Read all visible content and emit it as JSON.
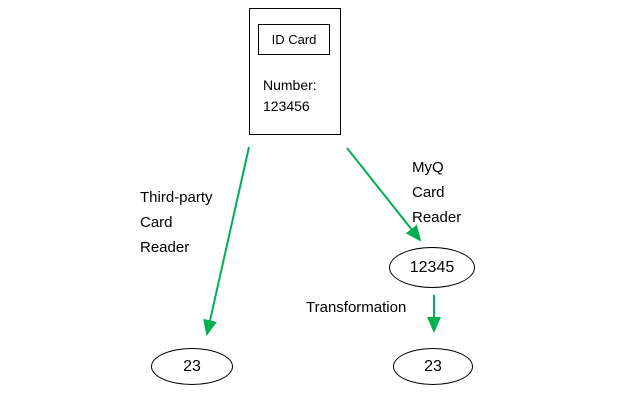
{
  "colors": {
    "arrow": "#00b050",
    "outline": "#000000"
  },
  "card": {
    "title": "ID Card",
    "number_label": "Number:",
    "number_value": "123456"
  },
  "readers": {
    "third_party": {
      "lines": [
        "Third-party",
        "Card",
        "Reader"
      ]
    },
    "myq": {
      "lines": [
        "MyQ",
        "Card",
        "Reader"
      ]
    }
  },
  "transformation_label": "Transformation",
  "nodes": {
    "myq_number": "12345",
    "third_party_number": "23",
    "transformed_number": "23"
  }
}
